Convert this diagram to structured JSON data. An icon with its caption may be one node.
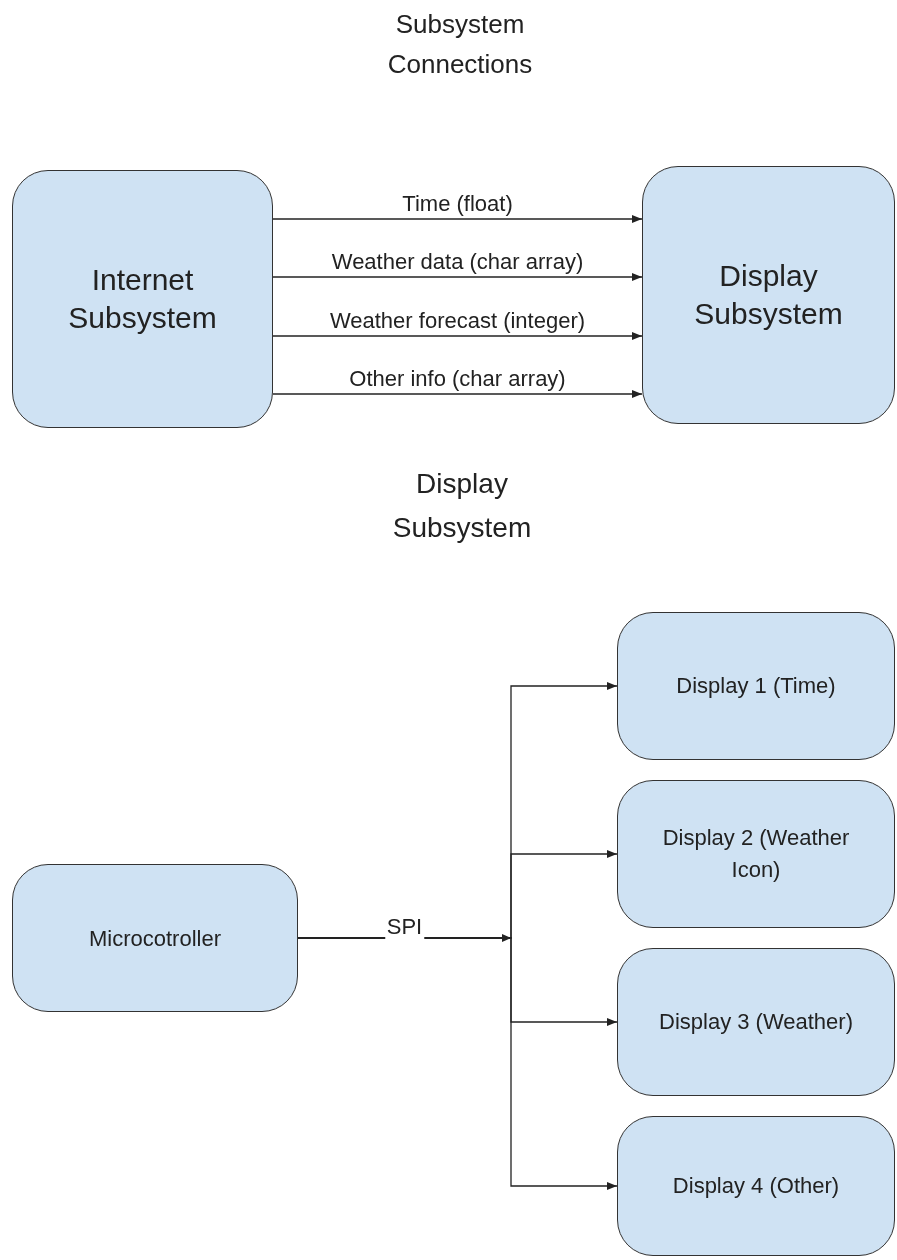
{
  "diagram": {
    "title": "Subsystem Connections",
    "nodes": [
      {
        "text": [
          "Internet Subsystem"
        ]
      },
      {
        "text": [
          "Display Subsystem"
        ]
      },
      {
        "text": [
          "Microcotroller"
        ]
      },
      {
        "text": [
          "Display 1 (Time)"
        ]
      },
      {
        "text": [
          "Display 2 (Weather Icon)"
        ]
      },
      {
        "text": [
          "Display 3 (Weather)"
        ]
      },
      {
        "text": [
          "Display 4 (Other)"
        ]
      }
    ],
    "edges": [
      {
        "from": 0,
        "to": 1,
        "arrow": "to",
        "label": "Time (float)"
      },
      {
        "from": 0,
        "to": 1,
        "arrow": "to",
        "label": "Weather data (char array)"
      },
      {
        "from": 0,
        "to": 1,
        "arrow": "to",
        "label": "Weather forecast (integer)"
      },
      {
        "from": 0,
        "to": 1,
        "arrow": "to",
        "label": "Other info (char array)"
      },
      {
        "from": 2,
        "to": 3,
        "arrow": "to",
        "label": "SPI"
      },
      {
        "from": 2,
        "to": 4,
        "arrow": "to"
      },
      {
        "from": 2,
        "to": 5,
        "arrow": "to"
      },
      {
        "from": 2,
        "to": 6,
        "arrow": "to"
      }
    ],
    "labels": [
      "Display Subsystem"
    ]
  }
}
